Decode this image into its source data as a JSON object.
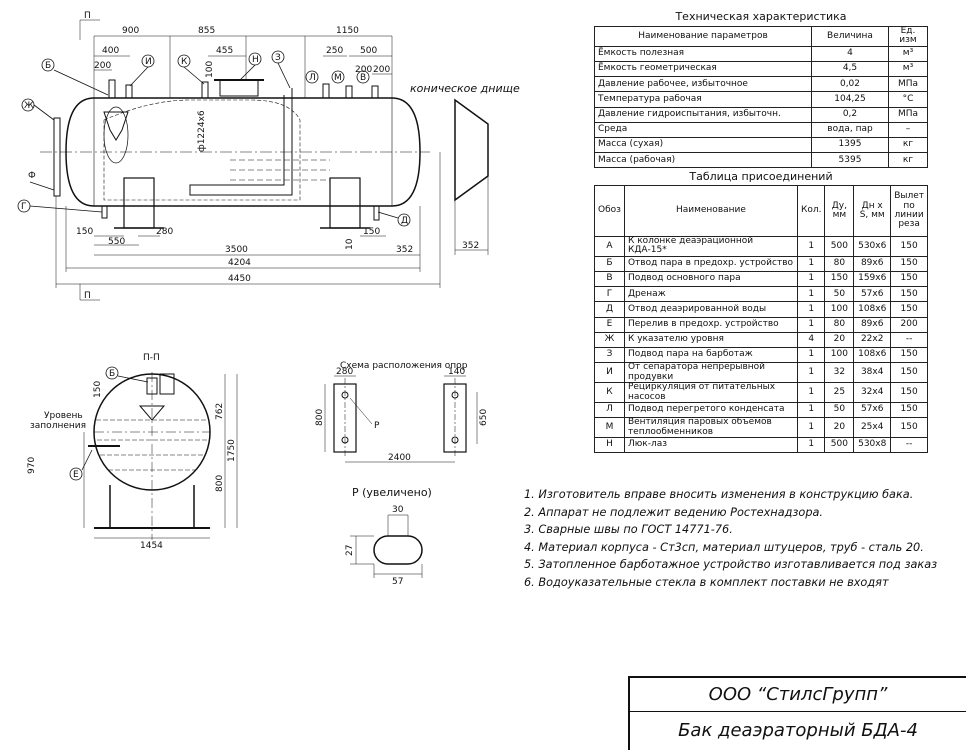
{
  "specs": {
    "title": "Техническая характеристика",
    "headers": [
      "Наименование параметров",
      "Величина",
      "Ед. изм"
    ],
    "rows": [
      [
        "Ёмкость полезная",
        "4",
        "м³"
      ],
      [
        "Ёмкость геометрическая",
        "4,5",
        "м³"
      ],
      [
        "Давление рабочее, избыточное",
        "0,02",
        "МПа"
      ],
      [
        "Температура рабочая",
        "104,25",
        "°С"
      ],
      [
        "Давление гидроиспытания, избыточн.",
        "0,2",
        "МПа"
      ],
      [
        "Среда",
        "вода, пар",
        "–"
      ],
      [
        "Масса (сухая)",
        "1395",
        "кг"
      ],
      [
        "Масса (рабочая)",
        "5395",
        "кг"
      ]
    ]
  },
  "connections": {
    "title": "Таблица присоединений",
    "headers": [
      "Обоз",
      "Наименование",
      "Кол.",
      "Ду, мм",
      "Дн х S, мм",
      "Вылет по линии реза"
    ],
    "rows": [
      [
        "А",
        "К колонке деаэрационной КДА-15*",
        "1",
        "500",
        "530х6",
        "150"
      ],
      [
        "Б",
        "Отвод пара в предохр. устройство",
        "1",
        "80",
        "89х6",
        "150"
      ],
      [
        "В",
        "Подвод основного пара",
        "1",
        "150",
        "159х6",
        "150"
      ],
      [
        "Г",
        "Дренаж",
        "1",
        "50",
        "57х6",
        "150"
      ],
      [
        "Д",
        "Отвод деаэрированной воды",
        "1",
        "100",
        "108х6",
        "150"
      ],
      [
        "Е",
        "Перелив в предохр. устройство",
        "1",
        "80",
        "89х6",
        "200"
      ],
      [
        "Ж",
        "К указателю уровня",
        "4",
        "20",
        "22х2",
        "--"
      ],
      [
        "З",
        "Подвод пара на барботаж",
        "1",
        "100",
        "108х6",
        "150"
      ],
      [
        "И",
        "От сепаратора непрерывной продувки",
        "1",
        "32",
        "38х4",
        "150"
      ],
      [
        "К",
        "Рециркуляция от питательных насосов",
        "1",
        "25",
        "32х4",
        "150"
      ],
      [
        "Л",
        "Подвод перегретого конденсата",
        "1",
        "50",
        "57х6",
        "150"
      ],
      [
        "М",
        "Вентиляция паровых объемов теплообменников",
        "1",
        "20",
        "25х4",
        "150"
      ],
      [
        "Н",
        "Люк-лаз",
        "1",
        "500",
        "530х8",
        "--"
      ]
    ]
  },
  "notes": [
    "1. Изготовитель вправе вносить изменения в конструкцию бака.",
    "2. Аппарат не подлежит ведению Ростехнадзора.",
    "3. Сварные швы по ГОСТ 14771-76.",
    "4. Материал корпуса - Ст3сп, материал штуцеров, труб - сталь 20.",
    "5. Затопленное барботажное устройство изготавливается под заказ",
    "6. Водоуказательные стекла в комплект поставки не входят"
  ],
  "title_block": {
    "company": "ООО “СтилсГрупп”",
    "product": "Бак деаэраторный БДА-4"
  },
  "drawing": {
    "section_mark": "П",
    "section_title": "П-П",
    "conical_label": "коническое днище",
    "supports_title": "Схема расположения опор",
    "detail_title": "Р (увеличено)",
    "detail_ref": "Р",
    "level_label_1": "Уровень",
    "level_label_2": "заполнения",
    "diameter_label": "ф1224х6",
    "nozzle_letters": [
      "Б",
      "И",
      "К",
      "Н",
      "З",
      "Л",
      "М",
      "В",
      "Ж",
      "Ф",
      "Г",
      "Д",
      "Б",
      "Е"
    ],
    "dims_top": [
      "900",
      "855",
      "1150",
      "400",
      "455",
      "250",
      "500",
      "200",
      "100",
      "200",
      "200"
    ],
    "dims_bottom": [
      "150",
      "280",
      "550",
      "150",
      "10",
      "3500",
      "352",
      "4204",
      "4450",
      "352"
    ],
    "dims_section": [
      "150",
      "762",
      "970",
      "800",
      "1750",
      "1454"
    ],
    "dims_supports": [
      "280",
      "140",
      "800",
      "650",
      "2400"
    ],
    "dims_detail": [
      "30",
      "27",
      "57"
    ]
  }
}
